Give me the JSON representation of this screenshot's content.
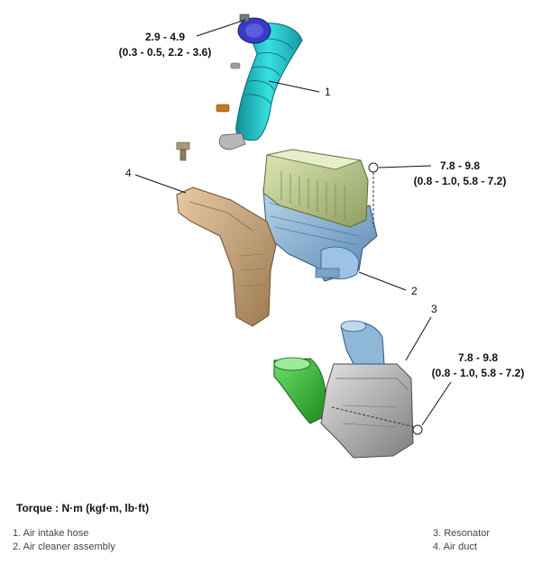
{
  "callouts": {
    "hose_torque_nm": "2.9 - 4.9",
    "hose_torque_alt": "(0.3 - 0.5, 2.2 - 3.6)",
    "cleaner_torque_nm": "7.8 - 9.8",
    "cleaner_torque_alt": "(0.8 - 1.0, 5.8 - 7.2)",
    "resonator_torque_nm": "7.8 - 9.8",
    "resonator_torque_alt": "(0.8 - 1.0, 5.8 - 7.2)",
    "num_1": "1",
    "num_2": "2",
    "num_3": "3",
    "num_4": "4"
  },
  "footer": {
    "torque_title": "Torque : N·m (kgf·m, lb·ft)",
    "legend": [
      "1. Air intake hose",
      "2. Air cleaner assembly",
      "3. Resonator",
      "4. Air duct"
    ]
  },
  "colors": {
    "hose": "#2ed3d3",
    "hose_clamp": "#3a3ac8",
    "cleaner_top": "#b9c98a",
    "cleaner_base": "#8ab6dc",
    "duct": "#c9a57a",
    "resonator_body": "#b5b5b5",
    "resonator_pipe": "#38b838",
    "resonator_inlet": "#8fb8d8"
  }
}
